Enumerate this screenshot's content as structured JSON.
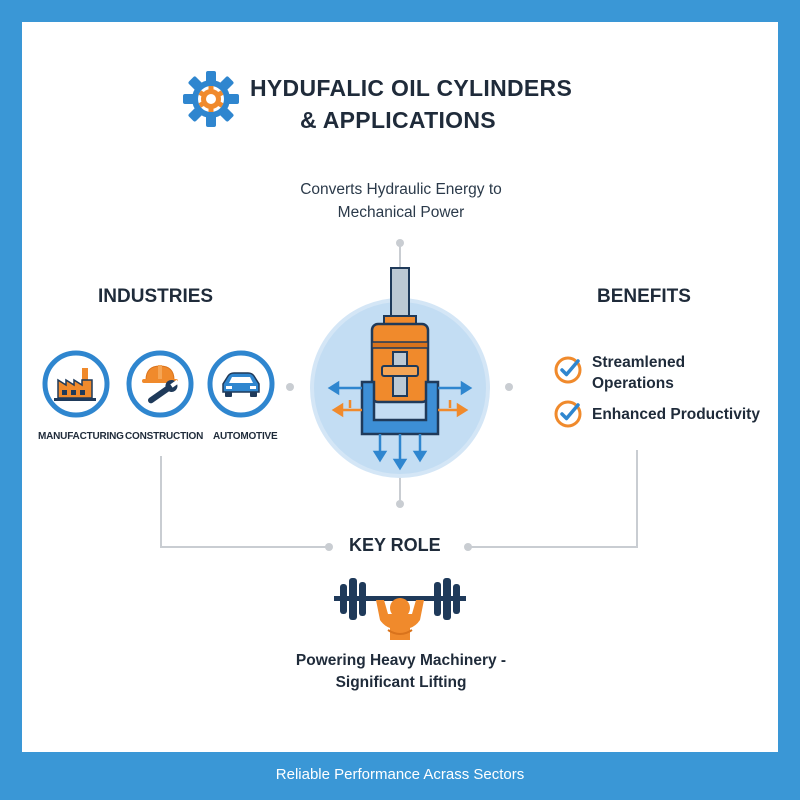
{
  "header": {
    "title_line1": "HYDUFALIC OIL CYLINDERS",
    "title_line2": "& APPLICATIONS",
    "logo_icon": "gear-icon"
  },
  "center": {
    "subtitle": "Converts Hydraulic Energy to Mechanical Power",
    "icon": "hydraulic-cylinder-icon"
  },
  "industries": {
    "heading": "INDUSTRIES",
    "items": [
      {
        "label": "MANUFACTURING",
        "icon": "factory-icon"
      },
      {
        "label": "CONSTRUCTION",
        "icon": "hardhat-wrench-icon"
      },
      {
        "label": "AUTOMOTIVE",
        "icon": "car-icon"
      }
    ]
  },
  "benefits": {
    "heading": "BENEFITS",
    "items": [
      {
        "label": "Streamlened Operations",
        "icon": "check-circle-icon"
      },
      {
        "label": "Enhanced Productivity",
        "icon": "check-circle-icon"
      }
    ]
  },
  "key_role": {
    "heading": "KEY ROLE",
    "icon": "weightlifter-icon",
    "description": "Powering Heavy Machinery - Significant Lifting"
  },
  "footer": {
    "text": "Reliable Performance Acrass Sectors"
  },
  "colors": {
    "frame_blue": "#3a97d6",
    "accent_orange": "#f08a2c",
    "icon_blue": "#2f86cf",
    "text_dark": "#1f2b3a",
    "connector_grey": "#c9cdd2"
  }
}
